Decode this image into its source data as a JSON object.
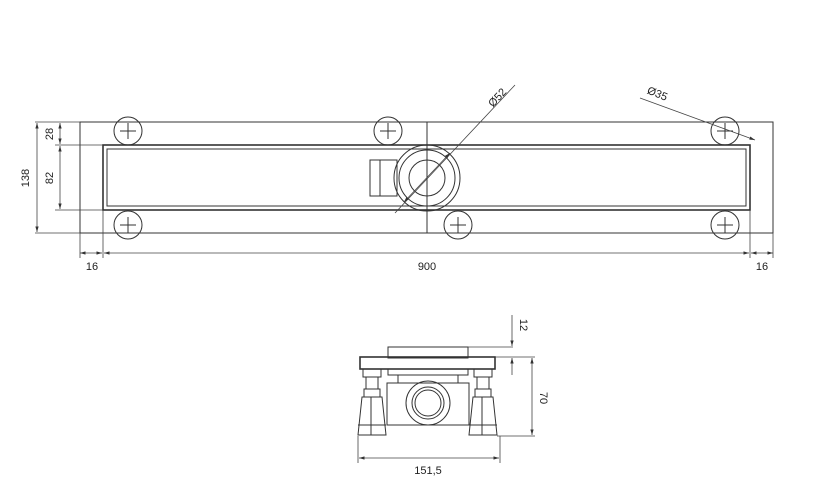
{
  "top_view": {
    "dimensions": {
      "total_width": "138",
      "upper_margin": "28",
      "channel_width": "82",
      "left_offset": "16",
      "length": "900",
      "right_offset": "16",
      "outlet_diameter": "Ø52",
      "foot_diameter": "Ø35"
    }
  },
  "side_view": {
    "dimensions": {
      "grate_height": "12",
      "total_height": "70",
      "base_width": "151,5"
    }
  }
}
